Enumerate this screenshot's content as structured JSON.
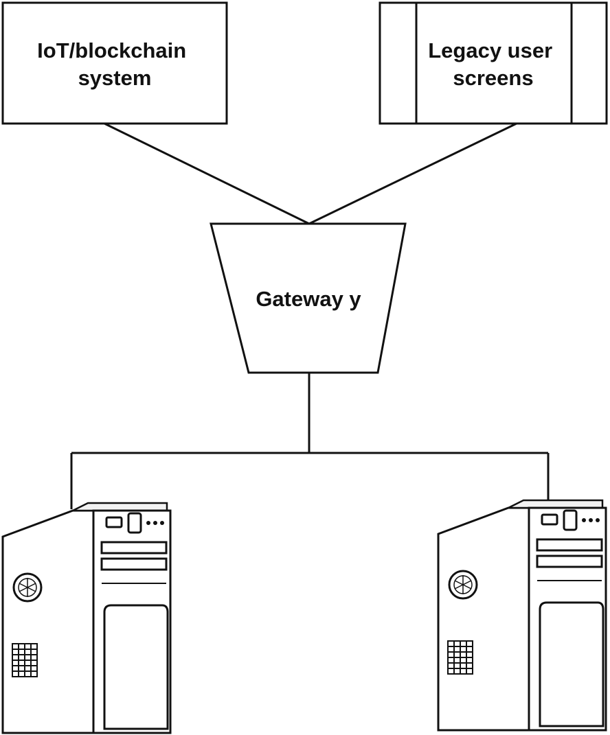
{
  "nodes": {
    "iot_system": {
      "label_lines": [
        "IoT/blockchain",
        "system"
      ]
    },
    "legacy_screens": {
      "label_lines": [
        "Legacy user",
        "screens"
      ]
    },
    "gateway": {
      "label": "Gateway y"
    },
    "computer_left": {
      "icon": "desktop-tower-computer-icon"
    },
    "computer_right": {
      "icon": "desktop-tower-computer-icon"
    }
  },
  "edges": [
    {
      "from": "iot_system",
      "to": "gateway"
    },
    {
      "from": "legacy_screens",
      "to": "gateway"
    },
    {
      "from": "gateway",
      "to": "computer_left"
    },
    {
      "from": "gateway",
      "to": "computer_right"
    }
  ],
  "colors": {
    "stroke": "#111111",
    "background": "#ffffff"
  }
}
